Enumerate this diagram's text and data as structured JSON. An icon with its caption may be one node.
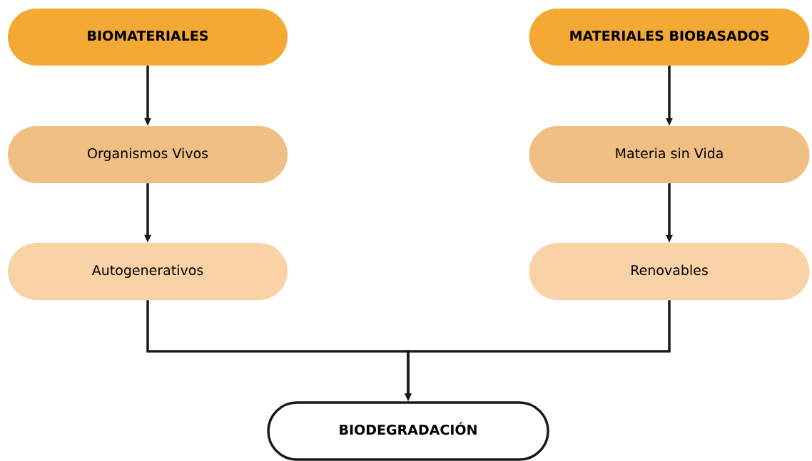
{
  "diagram": {
    "nodes": [
      {
        "text": [
          "BIOMATERIALES"
        ]
      },
      {
        "text": [
          "Organismos Vivos"
        ]
      },
      {
        "text": [
          "Autogenerativos"
        ]
      },
      {
        "text": [
          "MATERIALES BIOBASADOS"
        ]
      },
      {
        "text": [
          "Materia sin Vida"
        ]
      },
      {
        "text": [
          "Renovables"
        ]
      },
      {
        "text": [
          "BIODEGRADACIÓN"
        ]
      }
    ],
    "edges": [
      {
        "from": 0,
        "to": 1,
        "arrow": "to"
      },
      {
        "from": 1,
        "to": 2,
        "arrow": "to"
      },
      {
        "from": 3,
        "to": 4,
        "arrow": "to"
      },
      {
        "from": 4,
        "to": 5,
        "arrow": "to"
      },
      {
        "from": 2,
        "to": 6,
        "arrow": "to"
      },
      {
        "from": 5,
        "to": 6,
        "arrow": "to"
      }
    ]
  }
}
